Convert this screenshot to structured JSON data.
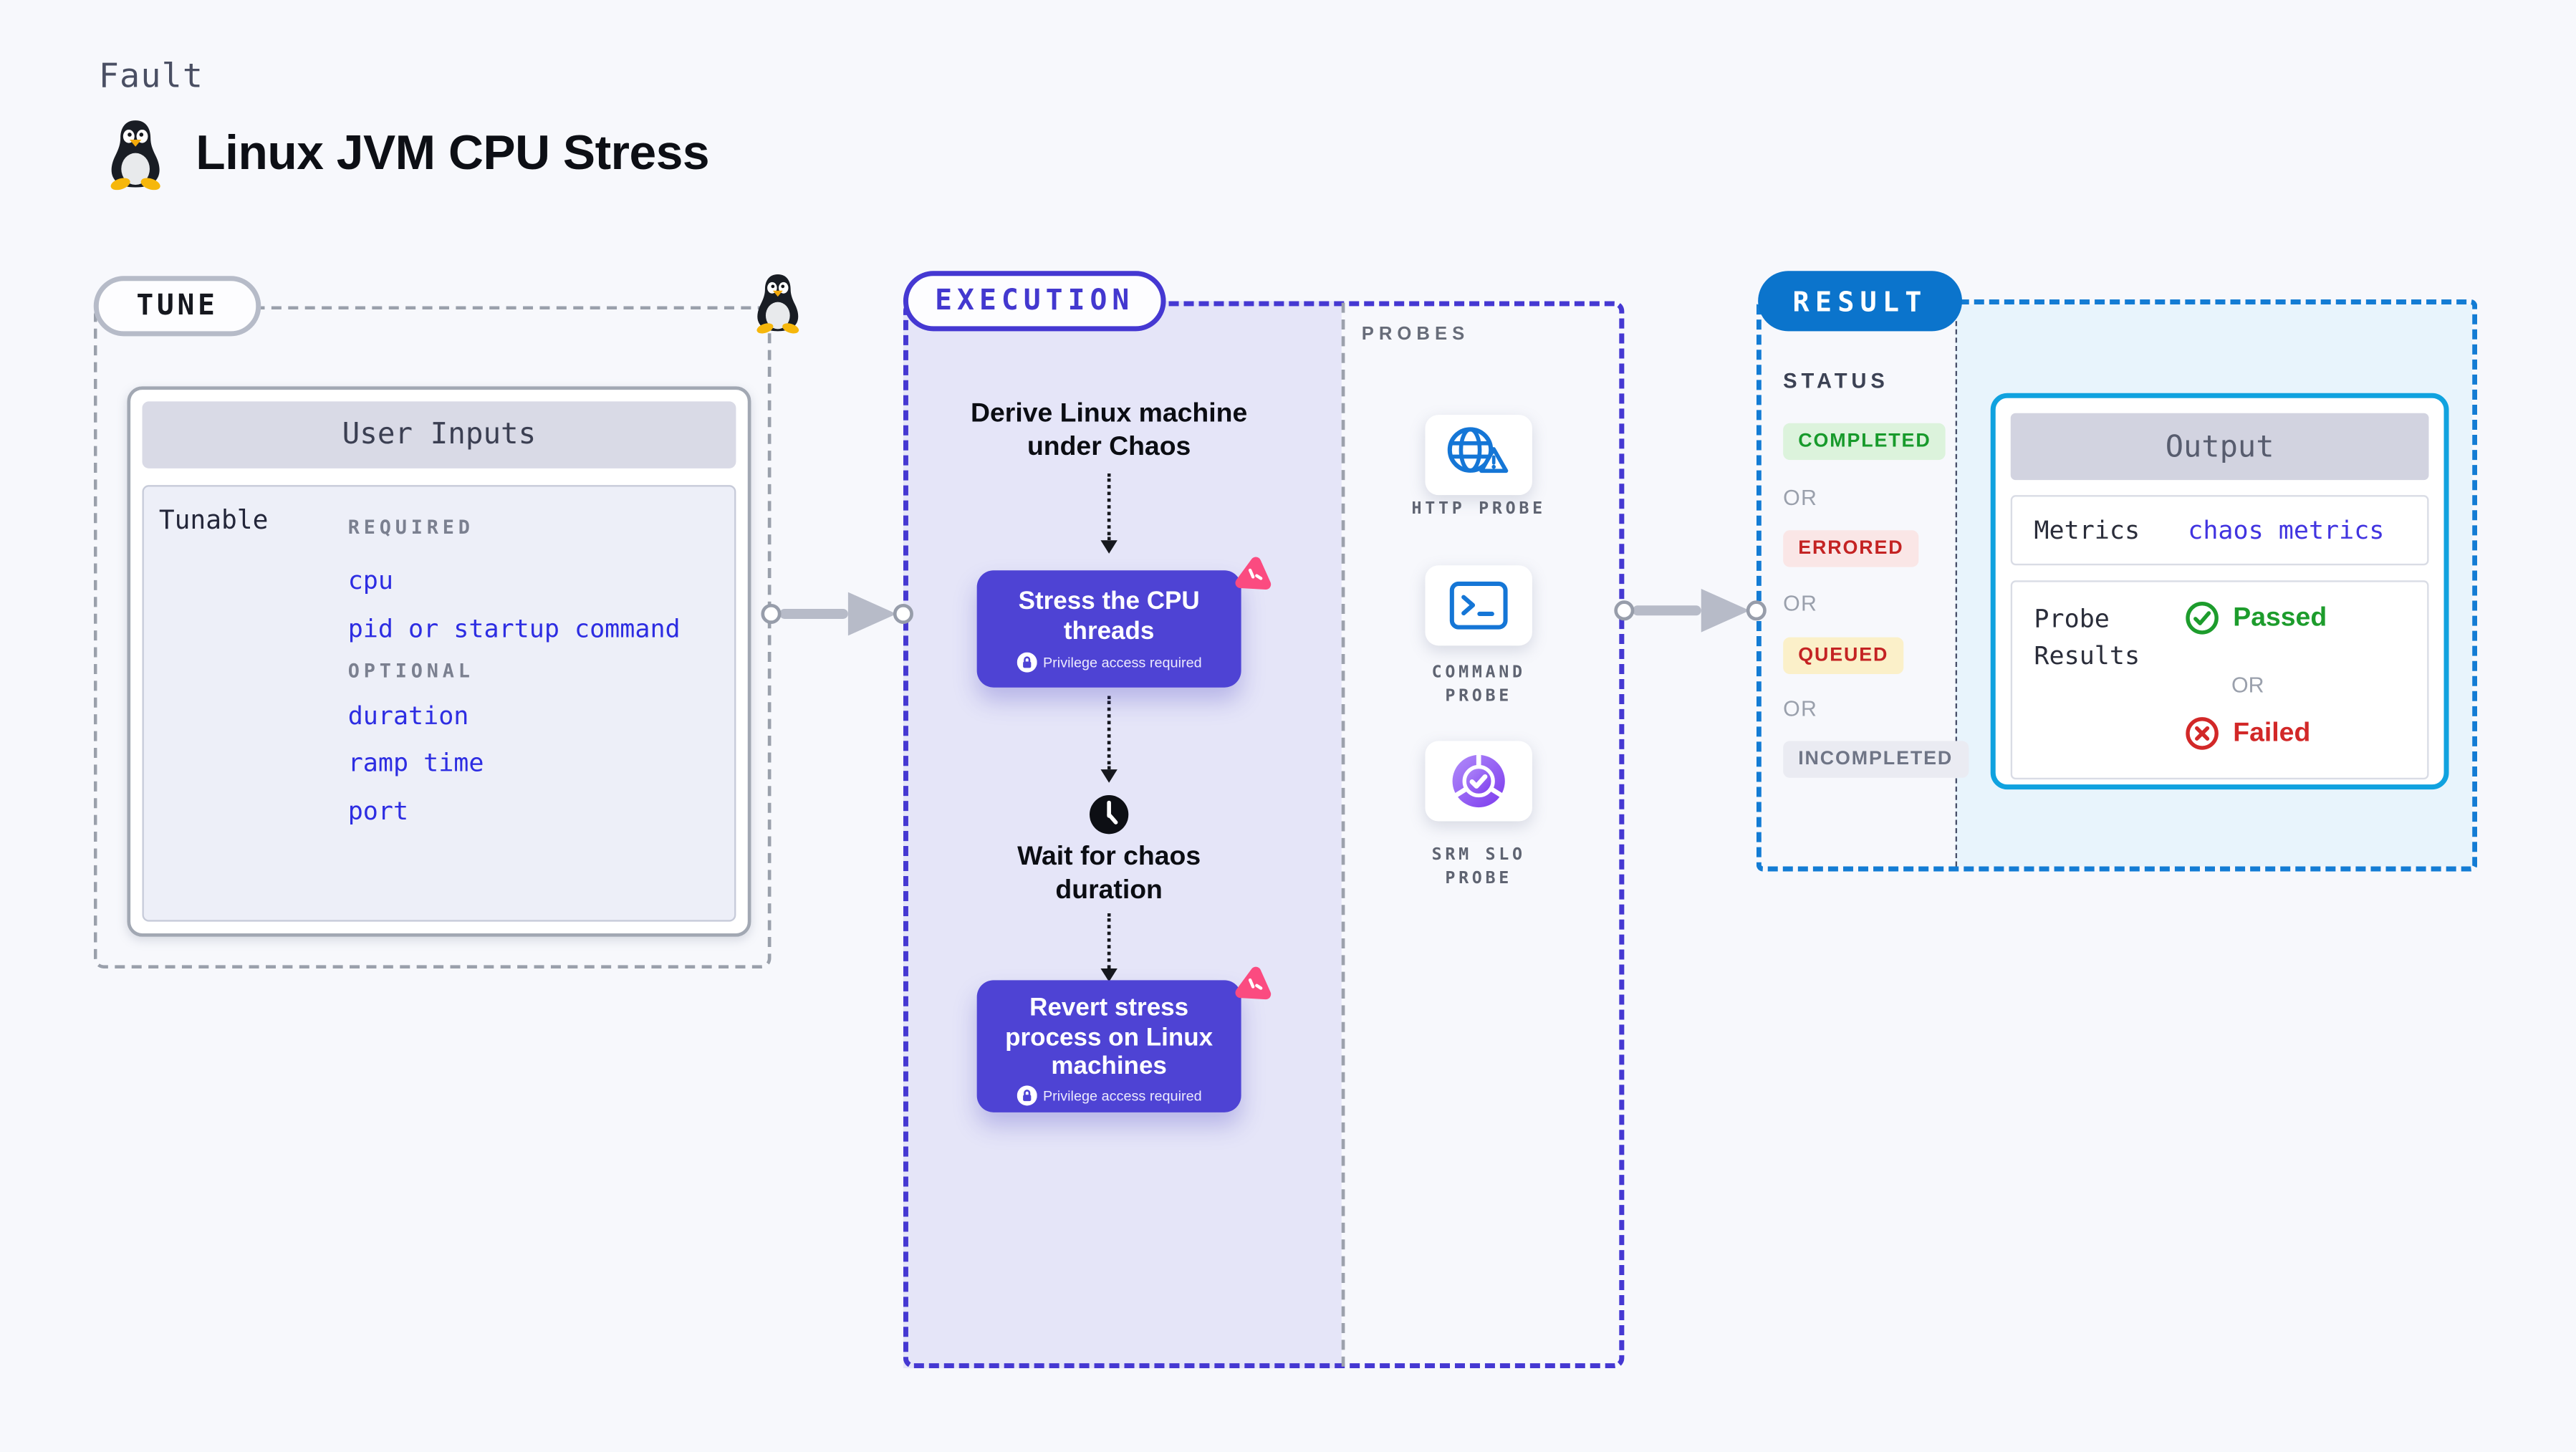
{
  "colors": {
    "page_bg": "#f7f8fc",
    "accent_indigo": "#4538d2",
    "node_purple": "#4e43d4",
    "link_blue": "#2d2de2",
    "lavender_bg": "#e5e5f8",
    "chaos_pink": "#fb4b80",
    "probe_icon_blue": "#1576d6",
    "result_pill_blue": "#0b74cc",
    "result_dash_blue": "#137cd4",
    "output_panel_bg": "#e8f4fc",
    "output_card_border": "#10a2df",
    "passed_green": "#1d9c2c",
    "failed_red": "#d22828"
  },
  "header": {
    "kicker": "Fault",
    "title": "Linux JVM CPU Stress",
    "icon": "linux-tux-icon"
  },
  "tune": {
    "pill_label": "TUNE",
    "icon": "linux-tux-icon",
    "user_inputs": {
      "header": "User Inputs",
      "row_label": "Tunable",
      "required_label": "REQUIRED",
      "required_items": [
        "cpu",
        "pid or startup command"
      ],
      "optional_label": "OPTIONAL",
      "optional_items": [
        "duration",
        "ramp time",
        "port"
      ]
    }
  },
  "execution": {
    "pill_label": "EXECUTION",
    "derive_step": "Derive Linux machine under Chaos",
    "stress_step": "Stress the CPU threads",
    "wait_step": "Wait for chaos duration",
    "revert_step": "Revert stress process on Linux machines",
    "privilege_note": "Privilege access required"
  },
  "probes": {
    "section_label": "PROBES",
    "items": [
      {
        "label": "HTTP PROBE",
        "icon": "globe-alert-icon"
      },
      {
        "label": "COMMAND PROBE",
        "icon": "terminal-icon"
      },
      {
        "label": "SRM SLO PROBE",
        "icon": "slo-donut-check-icon"
      }
    ]
  },
  "result": {
    "pill_label": "RESULT",
    "status_label": "STATUS",
    "or_label": "OR",
    "statuses": [
      {
        "label": "COMPLETED",
        "fg": "#179a2b",
        "bg": "#dcf3dc"
      },
      {
        "label": "ERRORED",
        "fg": "#c42323",
        "bg": "#fae6e6"
      },
      {
        "label": "QUEUED",
        "fg": "#c42323",
        "bg": "#fbf0c9"
      },
      {
        "label": "INCOMPLETED",
        "fg": "#6f7586",
        "bg": "#eaebf2"
      }
    ],
    "output": {
      "header": "Output",
      "metrics_label": "Metrics",
      "metrics_value": "chaos metrics",
      "probe_results_label": "Probe Results",
      "passed_label": "Passed",
      "failed_label": "Failed"
    }
  }
}
